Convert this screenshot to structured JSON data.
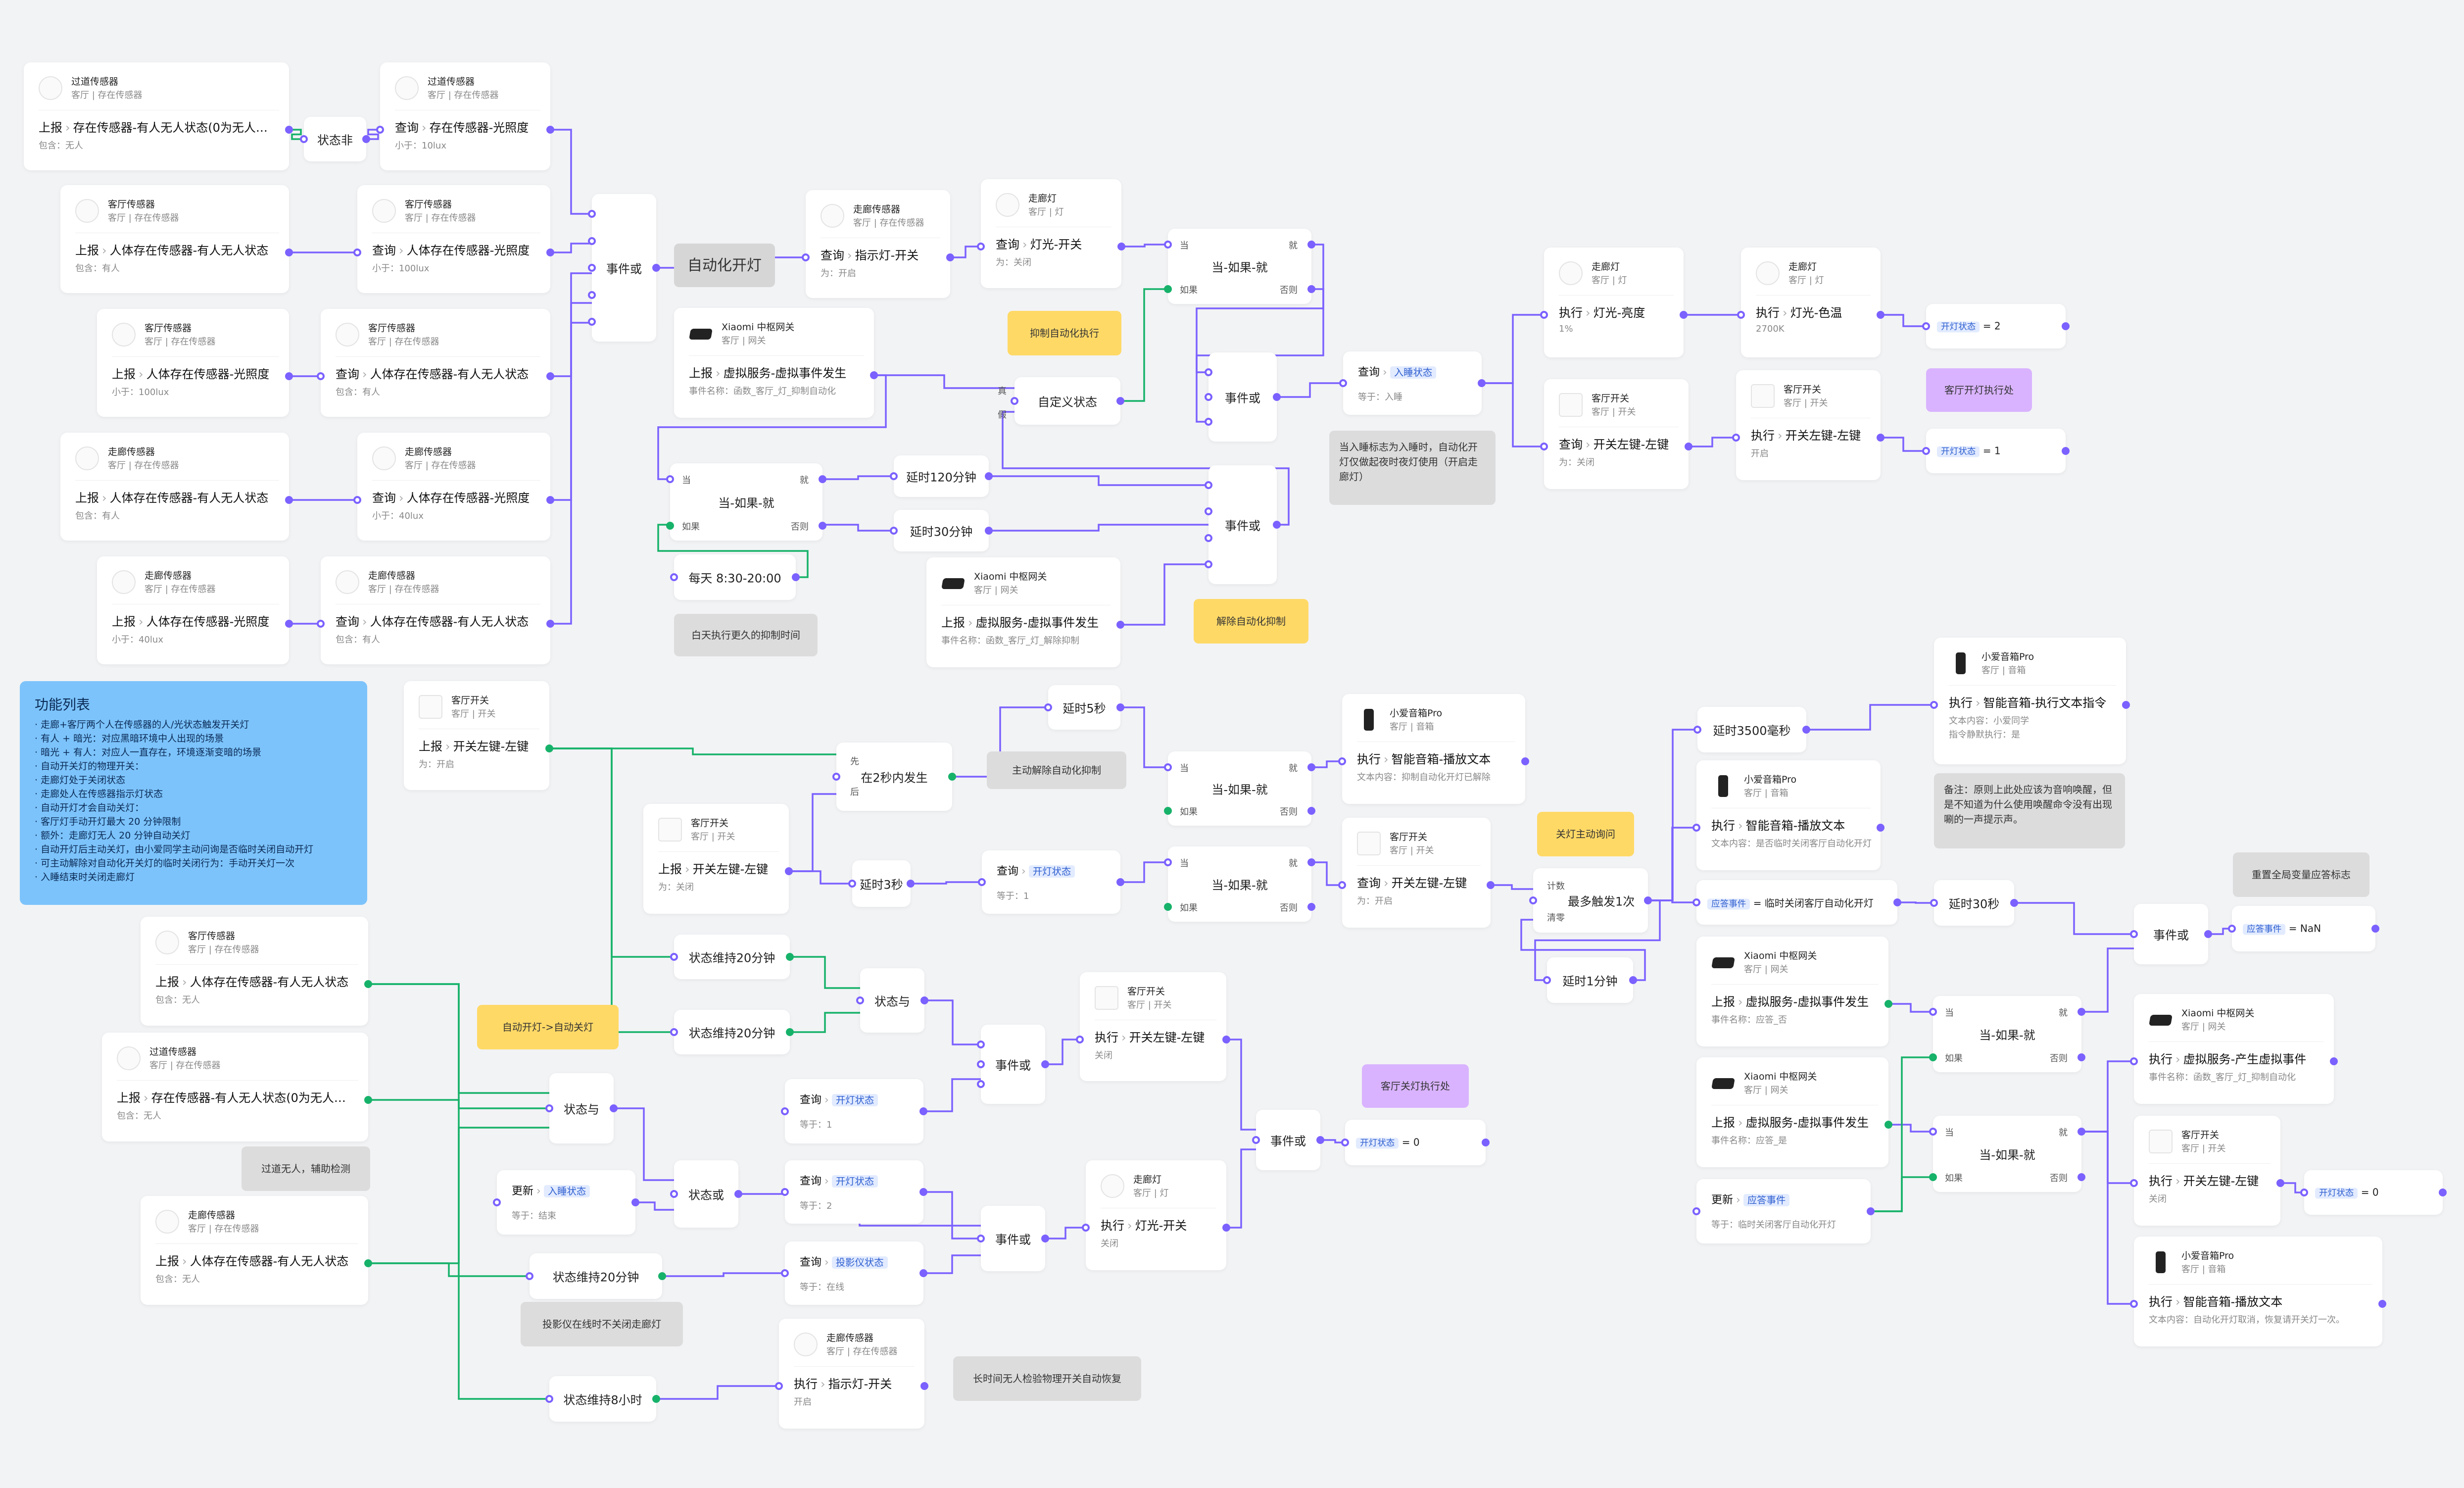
{
  "nodes": {
    "n1": {
      "name": "过道传感器",
      "loc": "客厅 | 存在传感器",
      "verb": "上报",
      "text": "存在传感器-有人无人状态(0为无人…",
      "sub": "包含：无人"
    },
    "n2": {
      "name": "过道传感器",
      "loc": "客厅 | 存在传感器",
      "verb": "查询",
      "text": "存在传感器-光照度",
      "sub": "小于：10lux"
    },
    "n3": {
      "name": "客厅传感器",
      "loc": "客厅 | 存在传感器",
      "verb": "上报",
      "text": "人体存在传感器-有人无人状态",
      "sub": "包含：有人"
    },
    "n4": {
      "name": "客厅传感器",
      "loc": "客厅 | 存在传感器",
      "verb": "查询",
      "text": "人体存在传感器-光照度",
      "sub": "小于：100lux"
    },
    "n5": {
      "name": "客厅传感器",
      "loc": "客厅 | 存在传感器",
      "verb": "上报",
      "text": "人体存在传感器-光照度",
      "sub": "小于：100lux"
    },
    "n6": {
      "name": "客厅传感器",
      "loc": "客厅 | 存在传感器",
      "verb": "查询",
      "text": "人体存在传感器-有人无人状态",
      "sub": "包含：有人"
    },
    "n7": {
      "name": "走廊传感器",
      "loc": "客厅 | 存在传感器",
      "verb": "上报",
      "text": "人体存在传感器-有人无人状态",
      "sub": "包含：有人"
    },
    "n8": {
      "name": "走廊传感器",
      "loc": "客厅 | 存在传感器",
      "verb": "查询",
      "text": "人体存在传感器-光照度",
      "sub": "小于：40lux"
    },
    "n9": {
      "name": "走廊传感器",
      "loc": "客厅 | 存在传感器",
      "verb": "上报",
      "text": "人体存在传感器-光照度",
      "sub": "小于：40lux"
    },
    "n10": {
      "name": "走廊传感器",
      "loc": "客厅 | 存在传感器",
      "verb": "查询",
      "text": "人体存在传感器-有人无人状态",
      "sub": "包含：有人"
    },
    "n11": {
      "name": "Xiaomi 中枢网关",
      "loc": "客厅 | 网关",
      "verb": "上报",
      "text": "虚拟服务-虚拟事件发生",
      "sub": "事件名称：函数_客厅_灯_抑制自动化"
    },
    "n12": {
      "name": "走廊传感器",
      "loc": "客厅 | 存在传感器",
      "verb": "查询",
      "text": "指示灯-开关",
      "sub": "为：开启"
    },
    "n13": {
      "name": "走廊灯",
      "loc": "客厅 | 灯",
      "verb": "查询",
      "text": "灯光-开关",
      "sub": "为：关闭"
    },
    "n14": {
      "name": "走廊灯",
      "loc": "客厅 | 灯",
      "verb": "执行",
      "text": "灯光-亮度",
      "sub": "1%"
    },
    "n15": {
      "name": "走廊灯",
      "loc": "客厅 | 灯",
      "verb": "执行",
      "text": "灯光-色温",
      "sub": "2700K"
    },
    "n16": {
      "name": "客厅开关",
      "loc": "客厅 | 开关",
      "verb": "查询",
      "text": "开关左键-左键",
      "sub": "为：关闭"
    },
    "n17": {
      "name": "客厅开关",
      "loc": "客厅 | 开关",
      "verb": "执行",
      "text": "开关左键-左键",
      "sub": "开启"
    },
    "n18": {
      "name": "Xiaomi 中枢网关",
      "loc": "客厅 | 网关",
      "verb": "上报",
      "text": "虚拟服务-虚拟事件发生",
      "sub": "事件名称：函数_客厅_灯_解除抑制"
    },
    "n19": {
      "name": "客厅开关",
      "loc": "客厅 | 开关",
      "verb": "上报",
      "text": "开关左键-左键",
      "sub": "为：开启"
    },
    "n20": {
      "name": "客厅开关",
      "loc": "客厅 | 开关",
      "verb": "上报",
      "text": "开关左键-左键",
      "sub": "为：关闭"
    },
    "n21": {
      "name": "小爱音箱Pro",
      "loc": "客厅 | 音箱",
      "verb": "执行",
      "text": "智能音箱-播放文本",
      "sub": "文本内容：抑制自动化开灯已解除"
    },
    "n22": {
      "name": "客厅开关",
      "loc": "客厅 | 开关",
      "verb": "查询",
      "text": "开关左键-左键",
      "sub": "为：开启"
    },
    "n23": {
      "name": "小爱音箱Pro",
      "loc": "客厅 | 音箱",
      "verb": "执行",
      "text": "智能音箱-执行文本指令",
      "sub": "文本内容：小爱同学",
      "sub2": "指令静默执行：是"
    },
    "n24": {
      "name": "小爱音箱Pro",
      "loc": "客厅 | 音箱",
      "verb": "执行",
      "text": "智能音箱-播放文本",
      "sub": "文本内容：是否临时关闭客厅自动化开灯"
    },
    "n25": {
      "name": "Xiaomi 中枢网关",
      "loc": "客厅 | 网关",
      "verb": "上报",
      "text": "虚拟服务-虚拟事件发生",
      "sub": "事件名称：应答_否"
    },
    "n26": {
      "name": "Xiaomi 中枢网关",
      "loc": "客厅 | 网关",
      "verb": "上报",
      "text": "虚拟服务-虚拟事件发生",
      "sub": "事件名称：应答_是"
    },
    "n27": {
      "name": "Xiaomi 中枢网关",
      "loc": "客厅 | 网关",
      "verb": "执行",
      "text": "虚拟服务-产生虚拟事件",
      "sub": "事件名称：函数_客厅_灯_抑制自动化"
    },
    "n28": {
      "name": "客厅开关",
      "loc": "客厅 | 开关",
      "verb": "执行",
      "text": "开关左键-左键",
      "sub": "关闭"
    },
    "n29": {
      "name": "小爱音箱Pro",
      "loc": "客厅 | 音箱",
      "verb": "执行",
      "text": "智能音箱-播放文本",
      "sub": "文本内容：自动化开灯取消，恢复请开关灯一次。"
    },
    "n30": {
      "name": "客厅传感器",
      "loc": "客厅 | 存在传感器",
      "verb": "上报",
      "text": "人体存在传感器-有人无人状态",
      "sub": "包含：无人"
    },
    "n31": {
      "name": "过道传感器",
      "loc": "客厅 | 存在传感器",
      "verb": "上报",
      "text": "存在传感器-有人无人状态(0为无人…",
      "sub": "包含：无人"
    },
    "n32": {
      "name": "走廊传感器",
      "loc": "客厅 | 存在传感器",
      "verb": "上报",
      "text": "人体存在传感器-有人无人状态",
      "sub": "包含：无人"
    },
    "n33": {
      "name": "客厅开关",
      "loc": "客厅 | 开关",
      "verb": "执行",
      "text": "开关左键-左键",
      "sub": "关闭"
    },
    "n34": {
      "name": "走廊灯",
      "loc": "客厅 | 灯",
      "verb": "执行",
      "text": "灯光-开关",
      "sub": "关闭"
    },
    "n35": {
      "name": "走廊传感器",
      "loc": "客厅 | 存在传感器",
      "verb": "执行",
      "text": "指示灯-开关",
      "sub": "开启"
    }
  },
  "queries": {
    "q1": {
      "verb": "查询",
      "tag": "入睡状态",
      "sub": "等于：入睡"
    },
    "q2": {
      "verb": "查询",
      "tag": "开灯状态",
      "sub": "等于：1"
    },
    "q3": {
      "verb": "查询",
      "tag": "开灯状态",
      "sub": "等于：1"
    },
    "q4": {
      "verb": "查询",
      "tag": "开灯状态",
      "sub": "等于：2"
    },
    "q5": {
      "verb": "查询",
      "tag": "投影仪状态",
      "sub": "等于：在线"
    },
    "q6": {
      "verb": "更新",
      "tag": "入睡状态",
      "sub": "等于：结束"
    },
    "q7": {
      "verb": "更新",
      "tag": "应答事件",
      "sub": "等于：临时关闭客厅自动化开灯"
    }
  },
  "ops": {
    "o1": "状态非",
    "o2": "事件或",
    "o3": "自定义状态",
    "o4": "事件或",
    "o5": "事件或",
    "o6": "延时120分钟",
    "o7": "延时30分钟",
    "o8": "每天 8:30-20:00",
    "o9": "延时5秒",
    "o10": "在2秒内发生",
    "o11": "延时3秒",
    "o12": "最多触发1次",
    "o13": "延时1分钟",
    "o14": "延时3500毫秒",
    "o15": "延时30秒",
    "o16": "事件或",
    "o17": "状态维持20分钟",
    "o18": "状态维持20分钟",
    "o19": "状态与",
    "o20": "事件或",
    "o21": "事件或",
    "o22": "状态与",
    "o23": "状态或",
    "o24": "事件或",
    "o25": "状态维持20分钟",
    "o26": "状态维持8小时"
  },
  "ifthen": {
    "when": "当",
    "then": "就",
    "if": "如果",
    "else": "否则",
    "label": "当-如果-就",
    "true_label": "真",
    "false_label": "假",
    "first": "先",
    "after": "后",
    "count": "计数",
    "clear": "清零"
  },
  "vars": {
    "v1": {
      "tag": "开灯状态",
      "val": "= 2"
    },
    "v2": {
      "tag": "开灯状态",
      "val": "= 1"
    },
    "v3": {
      "tag": "应答事件",
      "val": "= 临时关闭客厅自动化开灯"
    },
    "v4": {
      "tag": "应答事件",
      "val": "= NaN"
    },
    "v5": {
      "tag": "开灯状态",
      "val": "= 0"
    },
    "v6": {
      "tag": "开灯状态",
      "val": "= 0"
    }
  },
  "notes": {
    "g1": "自动化开灯",
    "y1": "抑制自动化执行",
    "p1": "客厅开灯执行处",
    "g2": "当入睡标志为入睡时，自动化开灯仅做起夜时夜灯使用（开启走廊灯）",
    "g3": "白天执行更久的抑制时间",
    "y2": "解除自动化抑制",
    "g4": "主动解除自动化抑制",
    "y3": "关灯主动询问",
    "g5": "备注：原则上此处应该为音响唤醒，但是不知道为什么使用唤醒命令没有出现唰的一声提示声。",
    "g6": "重置全局变量应答标志",
    "y4": "自动开灯->自动关灯",
    "p2": "客厅关灯执行处",
    "g7": "过道无人，辅助检测",
    "g8": "投影仪在线时不关闭走廊灯",
    "g9": "长时间无人检验物理开关自动恢复"
  },
  "features": {
    "title": "功能列表",
    "lines": [
      "· 走廊+客厅两个人在传感器的人/光状态触发开关灯",
      "    · 有人 + 暗光：对应黑暗环境中人出现的场景",
      "    · 暗光 + 有人：对应人一直存在，环境逐渐变暗的场景",
      "· 自动开关灯的物理开关：",
      "    · 走廊灯处于关闭状态",
      "    · 走廊处人在传感器指示灯状态",
      "· 自动开灯才会自动关灯：",
      "    · 客厅灯手动开灯最大 20 分钟限制",
      "    · 额外：走廊灯无人 20 分钟自动关灯",
      "· 自动开灯后主动关灯，由小爱同学主动问询是否临时关闭自动开灯",
      "· 可主动解除对自动化开关灯的临时关闭行为：手动开关灯一次",
      "· 入睡结束时关闭走廊灯"
    ]
  }
}
